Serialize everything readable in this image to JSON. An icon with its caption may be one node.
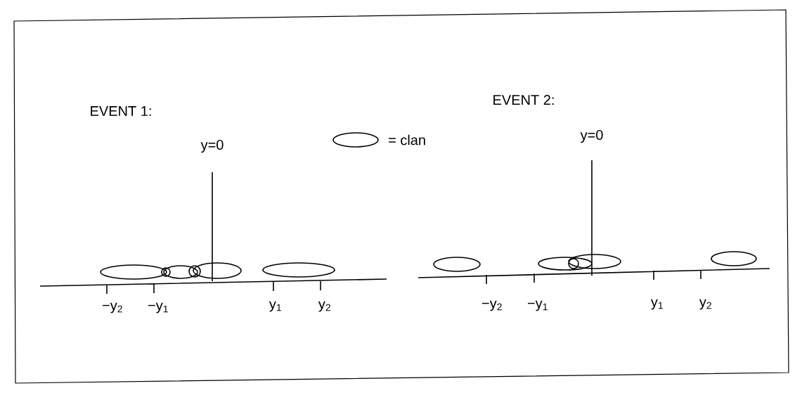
{
  "diagram": {
    "labels": [
      "EVENT 1:",
      "EVENT 2:",
      "y=0",
      "y=0",
      "−y$_{2}$",
      "−y$_{1}$",
      "y$_{1}$",
      "y$_{2}$",
      "−y$_{2}$",
      "−y$_{1}$",
      "y$_{1}$",
      "y$_{2}$"
    ],
    "legend": [
      {
        "text": "= clan"
      }
    ]
  }
}
